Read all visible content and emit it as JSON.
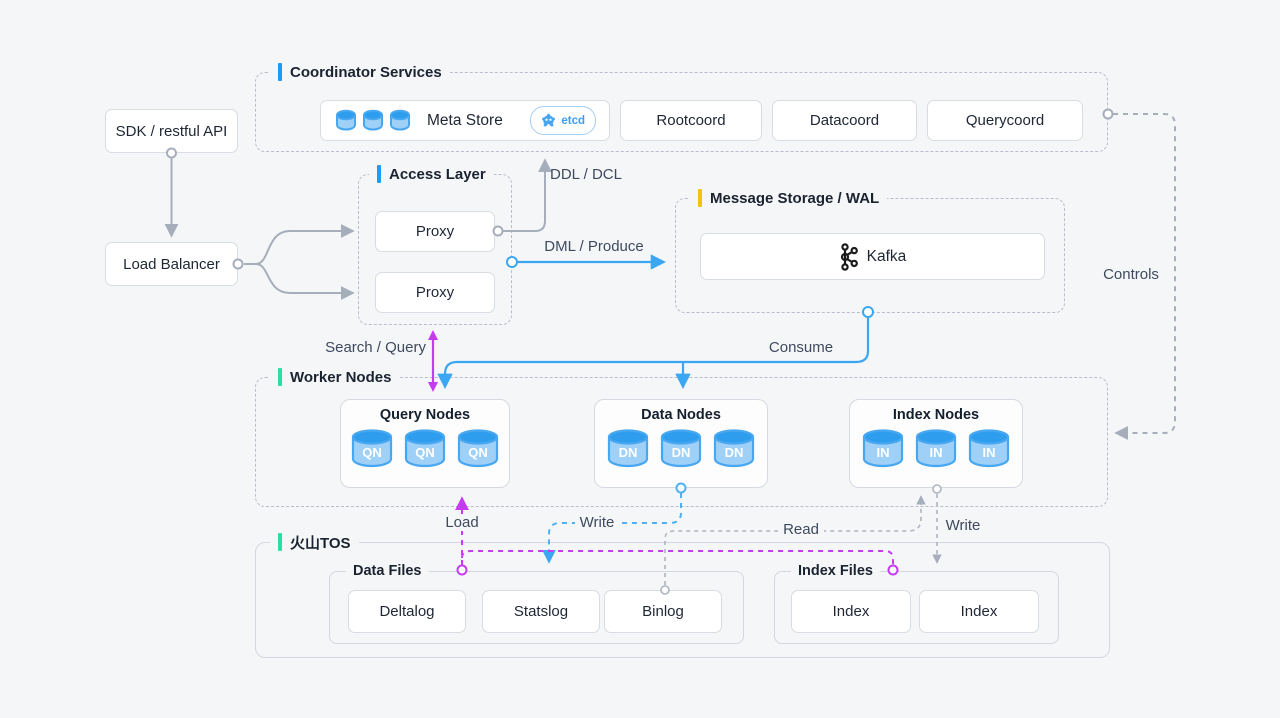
{
  "colors": {
    "background": "#f5f6f8",
    "accent_blue": "#1e9bf7",
    "accent_yellow": "#f4c310",
    "accent_green": "#27e0a2",
    "line_gray": "#a6adbb",
    "line_blue": "#3ba7f2",
    "line_magenta": "#c53bf2",
    "cylinder_body": "#9fd0f7",
    "cylinder_top": "#2f9ded"
  },
  "client": {
    "sdk": "SDK / restful API",
    "load_balancer": "Load Balancer"
  },
  "coordinator": {
    "title": "Coordinator Services",
    "meta_store": {
      "label": "Meta Store",
      "badge": "etcd"
    },
    "services": [
      "Rootcoord",
      "Datacoord",
      "Querycoord"
    ]
  },
  "access_layer": {
    "title": "Access Layer",
    "proxies": [
      "Proxy",
      "Proxy"
    ]
  },
  "message_storage": {
    "title": "Message Storage / WAL",
    "broker": "Kafka"
  },
  "worker_nodes": {
    "title": "Worker Nodes",
    "groups": [
      {
        "title": "Query Nodes",
        "nodes": [
          "QN",
          "QN",
          "QN"
        ]
      },
      {
        "title": "Data Nodes",
        "nodes": [
          "DN",
          "DN",
          "DN"
        ]
      },
      {
        "title": "Index Nodes",
        "nodes": [
          "IN",
          "IN",
          "IN"
        ]
      }
    ]
  },
  "storage": {
    "title": "火山TOS",
    "data_files": {
      "title": "Data Files",
      "files": [
        "Deltalog",
        "Statslog",
        "Binlog"
      ]
    },
    "index_files": {
      "title": "Index Files",
      "files": [
        "Index",
        "Index"
      ]
    }
  },
  "edge_labels": {
    "ddl": "DDL / DCL",
    "dml": "DML / Produce",
    "consume": "Consume",
    "controls": "Controls",
    "search_query": "Search / Query",
    "load": "Load",
    "write_data": "Write",
    "read": "Read",
    "write_index": "Write"
  }
}
